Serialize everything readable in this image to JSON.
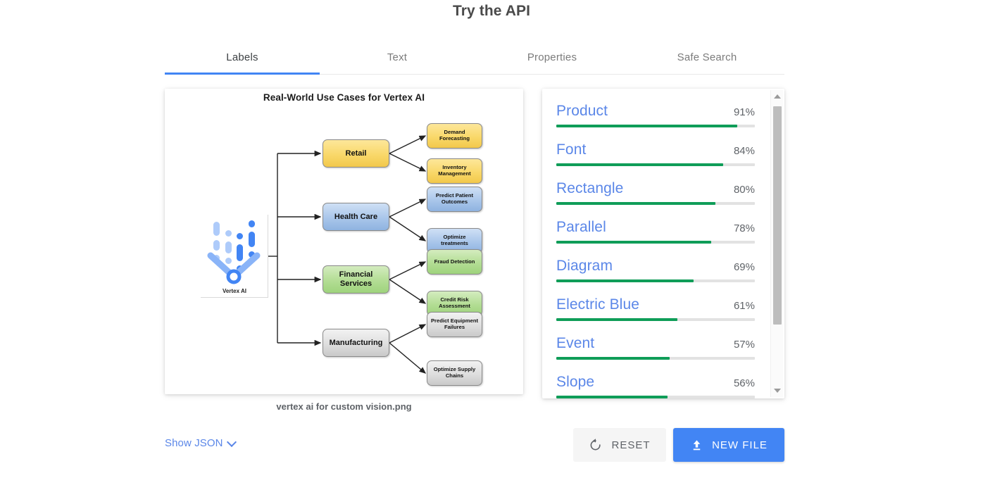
{
  "header": {
    "title": "Try the API"
  },
  "tabs": [
    {
      "label": "Labels",
      "active": true
    },
    {
      "label": "Text",
      "active": false
    },
    {
      "label": "Properties",
      "active": false
    },
    {
      "label": "Safe Search",
      "active": false
    }
  ],
  "preview": {
    "file_name": "vertex ai for custom vision.png",
    "diagram": {
      "title": "Real-World Use Cases for Vertex AI",
      "source_label": "Vertex AI",
      "branches": [
        {
          "name": "Retail",
          "color": "#f2c84b",
          "children": [
            "Demand Forecasting",
            "Inventory Management"
          ]
        },
        {
          "name": "Health Care",
          "color": "#8fb3e0",
          "children": [
            "Predict Patient Outcomes",
            "Optimize treatments"
          ]
        },
        {
          "name": "Financial Services",
          "color": "#9ed37c",
          "children": [
            "Fraud Detection",
            "Credit Risk Assessment"
          ]
        },
        {
          "name": "Manufacturing",
          "color": "#c9c9c9",
          "children": [
            "Predict Equipment Failures",
            "Optimize Supply Chains"
          ]
        }
      ]
    }
  },
  "results": {
    "bar_color": "#0f9d58",
    "label_color": "#5b87e8",
    "track_color": "#e2e2e2",
    "items": [
      {
        "name": "Product",
        "score": "91%",
        "value": 91
      },
      {
        "name": "Font",
        "score": "84%",
        "value": 84
      },
      {
        "name": "Rectangle",
        "score": "80%",
        "value": 80
      },
      {
        "name": "Parallel",
        "score": "78%",
        "value": 78
      },
      {
        "name": "Diagram",
        "score": "69%",
        "value": 69
      },
      {
        "name": "Electric Blue",
        "score": "61%",
        "value": 61
      },
      {
        "name": "Event",
        "score": "57%",
        "value": 57
      },
      {
        "name": "Slope",
        "score": "56%",
        "value": 56
      }
    ]
  },
  "footer": {
    "show_json_label": "Show JSON",
    "reset_label": "RESET",
    "new_file_label": "NEW FILE",
    "accent_color": "#4285f4"
  }
}
